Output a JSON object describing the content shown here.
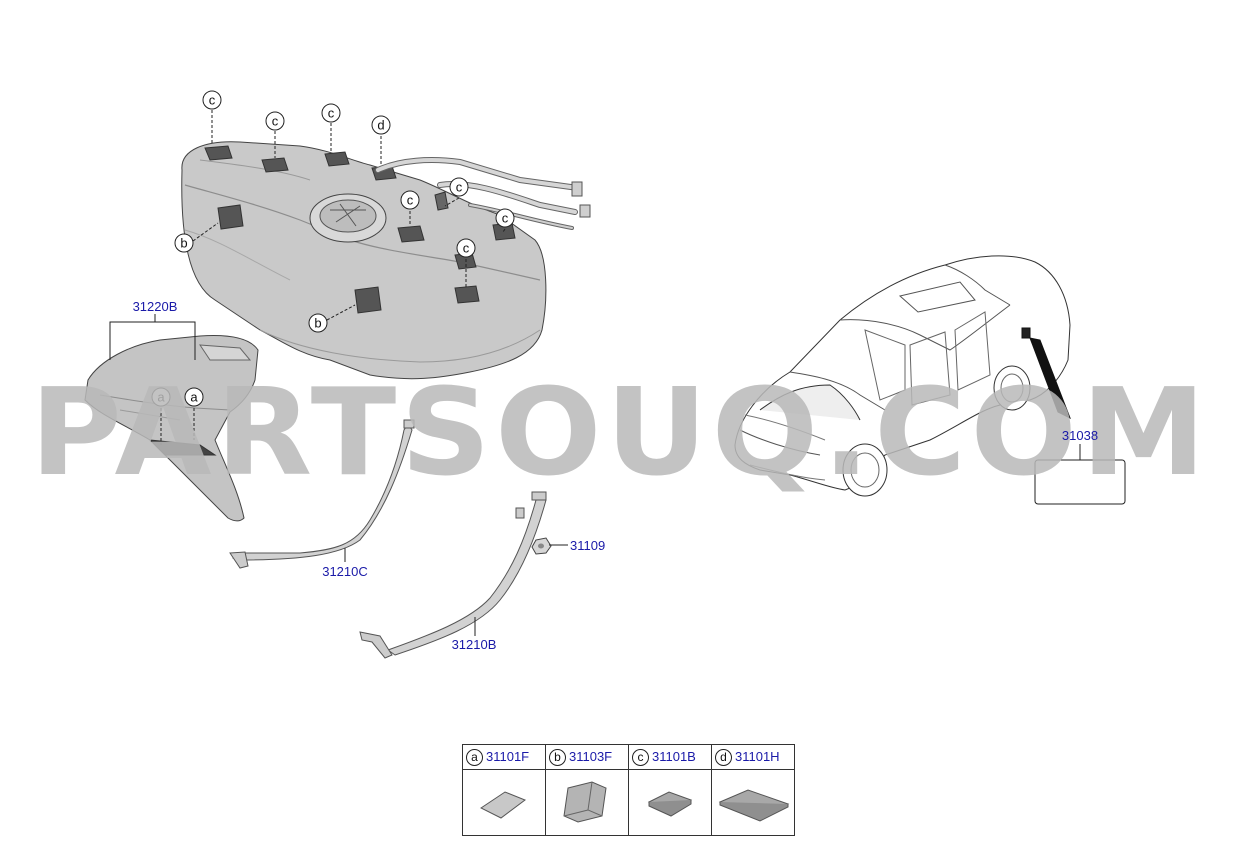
{
  "watermark": "PARTSOUQ.COM",
  "parts": {
    "heat_shield": "31220B",
    "strap_c": "31210C",
    "strap_b": "31210B",
    "nut": "31109",
    "label": "31038"
  },
  "callouts": {
    "a": "a",
    "b": "b",
    "c": "c",
    "d": "d"
  },
  "legend": [
    {
      "letter": "a",
      "part": "31101F"
    },
    {
      "letter": "b",
      "part": "31103F"
    },
    {
      "letter": "c",
      "part": "31101B"
    },
    {
      "letter": "d",
      "part": "31101H"
    }
  ]
}
